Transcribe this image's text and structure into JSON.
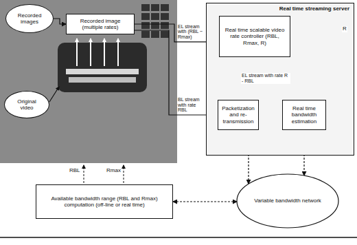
{
  "diagram": {
    "nodes": [
      {
        "text": [
          "Recorded images"
        ]
      },
      {
        "text": [
          "Recorded image (multiple rates)"
        ]
      },
      {
        "text": [
          "Original video"
        ]
      },
      {
        "text": [
          "Real time streaming server"
        ]
      },
      {
        "text": [
          "Real time scalable video rate controller (RBL, Rmax, R)"
        ],
        "in": 3
      },
      {
        "text": [
          "Packetization and re-transmission"
        ],
        "in": 3
      },
      {
        "text": [
          "Real time bandwidth estimation"
        ],
        "in": 3
      },
      {
        "text": [
          "Variable bandwidth network"
        ]
      },
      {
        "text": [
          "Available bandwidth range (RBL and Rmax) computation (off-line or real time)"
        ]
      }
    ],
    "edges": [
      {
        "from": 0,
        "to": 1,
        "arrow": "to"
      },
      {
        "from": 1,
        "to": 4,
        "label": "EL stream with (RBL ~ Rmax)",
        "arrow": "to"
      },
      {
        "from": 1,
        "to": 5,
        "label": "BL stream with rate RBL",
        "arrow": "to"
      },
      {
        "from": 4,
        "to": 5,
        "label": "EL stream with rate R - RBL",
        "arrow": "to"
      },
      {
        "from": 5,
        "to": 7,
        "arrow": "to"
      },
      {
        "from": 6,
        "to": 7,
        "arrow": "both"
      },
      {
        "from": 8,
        "to": 7,
        "arrow": "both"
      }
    ],
    "labels": [
      "R",
      "RBL",
      "Rmax"
    ]
  }
}
